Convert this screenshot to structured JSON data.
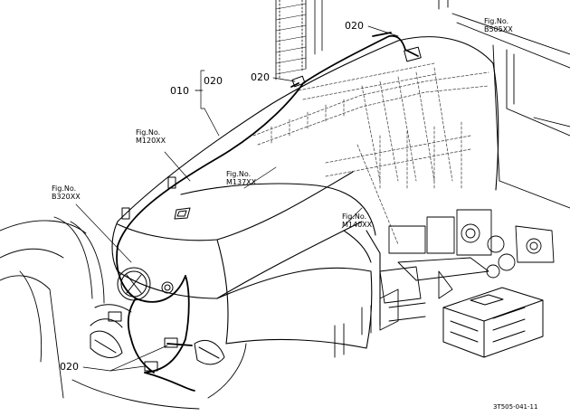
{
  "callouts": {
    "part_020_top": "020",
    "part_020_mid": "020",
    "part_010": "010",
    "part_020_bracket": "020",
    "part_020_bottom": "020"
  },
  "fig_refs": {
    "b505": {
      "head": "Fig.No.",
      "value": "B505XX"
    },
    "m120": {
      "head": "Fig.No.",
      "value": "M120XX"
    },
    "m137": {
      "head": "Fig.No.",
      "value": "M137XX"
    },
    "b320": {
      "head": "Fig.No.",
      "value": "B320XX"
    },
    "m140": {
      "head": "Fig.No.",
      "value": "M140XX"
    }
  },
  "drawing_code": "3T505-041-11",
  "colors": {
    "line": "#000000",
    "hidden": "#555555",
    "background": "#ffffff"
  }
}
